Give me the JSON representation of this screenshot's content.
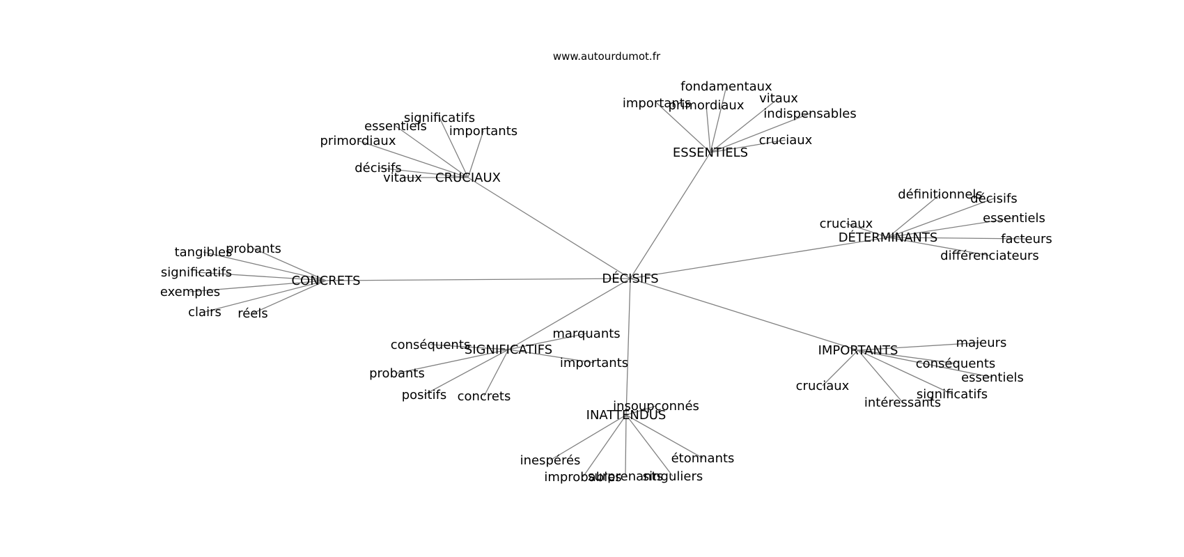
{
  "source_text": "www.autourdumot.fr",
  "graph": {
    "center": "DÉCISIFS",
    "hubs": [
      {
        "label": "ESSENTIELS",
        "leaves": [
          "fondamentaux",
          "importants",
          "primordiaux",
          "vitaux",
          "indispensables",
          "cruciaux"
        ]
      },
      {
        "label": "CRUCIAUX",
        "leaves": [
          "significatifs",
          "essentiels",
          "importants",
          "primordiaux",
          "décisifs",
          "vitaux"
        ]
      },
      {
        "label": "DÉTERMINANTS",
        "leaves": [
          "définitionnels",
          "décisifs",
          "essentiels",
          "cruciaux",
          "facteurs",
          "différenciateurs"
        ]
      },
      {
        "label": "CONCRETS",
        "leaves": [
          "tangibles",
          "probants",
          "significatifs",
          "exemples",
          "clairs",
          "réels"
        ]
      },
      {
        "label": "SIGNIFICATIFS",
        "leaves": [
          "conséquents",
          "marquants",
          "importants",
          "probants",
          "positifs",
          "concrets"
        ]
      },
      {
        "label": "IMPORTANTS",
        "leaves": [
          "majeurs",
          "conséquents",
          "essentiels",
          "significatifs",
          "intéressants",
          "cruciaux"
        ]
      },
      {
        "label": "INATTENDUS",
        "leaves": [
          "insoupçonnés",
          "inespérés",
          "étonnants",
          "improbables",
          "surprenants",
          "singuliers"
        ]
      }
    ]
  }
}
